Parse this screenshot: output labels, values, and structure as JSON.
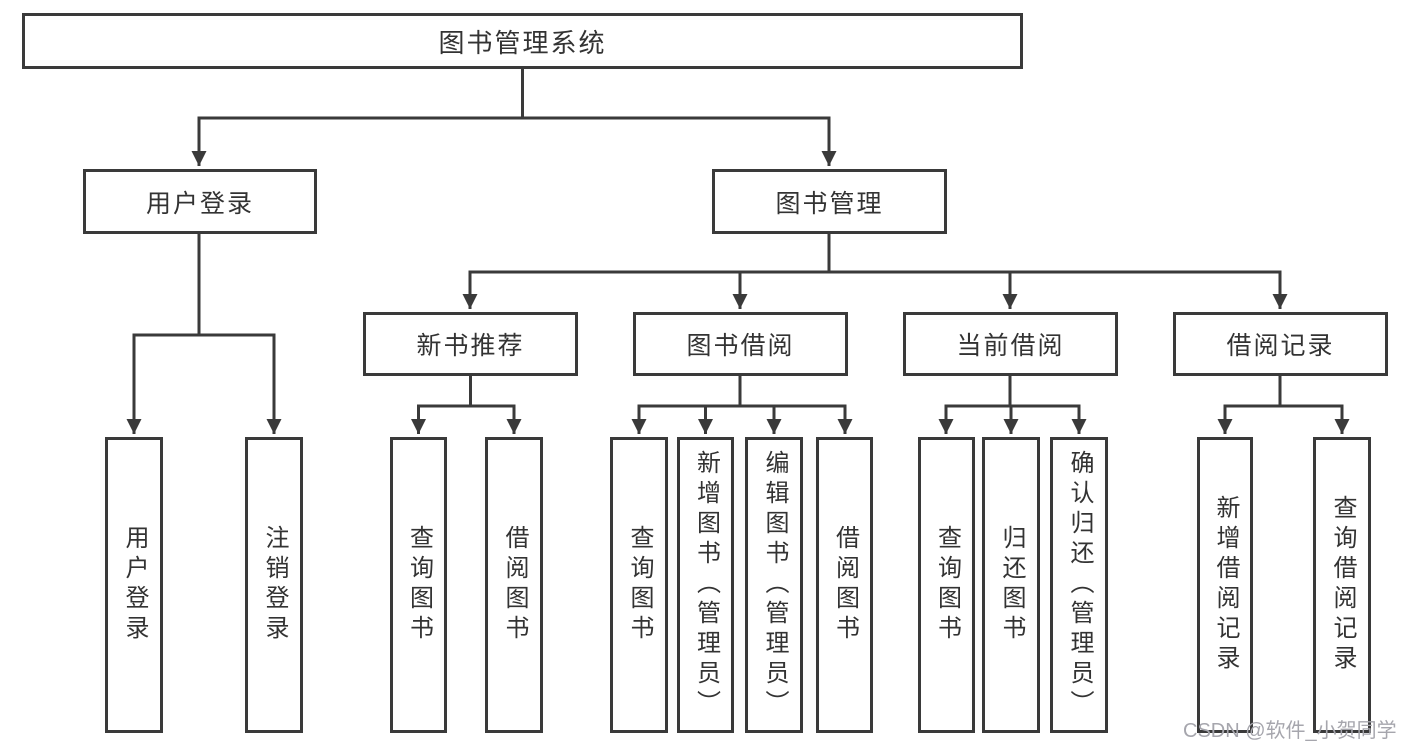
{
  "tree": {
    "root": {
      "label": "图书管理系统"
    },
    "level2": [
      {
        "label": "用户登录"
      },
      {
        "label": "图书管理"
      }
    ],
    "level3": [
      {
        "label": "新书推荐"
      },
      {
        "label": "图书借阅"
      },
      {
        "label": "当前借阅"
      },
      {
        "label": "借阅记录"
      }
    ],
    "leaves": {
      "userLogin": [
        "用户登录",
        "注销登录"
      ],
      "newBooks": [
        "查询图书",
        "借阅图书"
      ],
      "bookBorrow": [
        "查询图书",
        "新增图书（管理员）",
        "编辑图书（管理员）",
        "借阅图书"
      ],
      "currentBorrow": [
        "查询图书",
        "归还图书",
        "确认归还（管理员）"
      ],
      "borrowRecords": [
        "新增借阅记录",
        "查询借阅记录"
      ]
    }
  },
  "watermark": {
    "text": "CSDN @软件_小贺同学"
  },
  "colors": {
    "line": "#3a3a3a",
    "text": "#333333",
    "background": "#ffffff",
    "watermark": "#a6a6ad"
  }
}
